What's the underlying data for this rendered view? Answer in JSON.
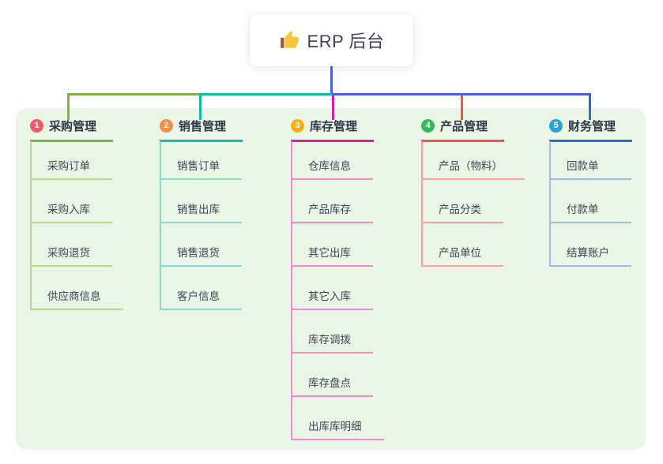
{
  "root": {
    "label": "ERP 后台",
    "icon": "thumbs-up-icon",
    "stem_color": "#4463d4"
  },
  "panel": {
    "bg_color": "#eaf6e5"
  },
  "bus_segments": [
    {
      "from_branch": 0,
      "to_branch": 1,
      "color": "#7db343"
    },
    {
      "from_branch": 1,
      "to_branch": 2,
      "color": "#16b8aa"
    },
    {
      "from_branch": 2,
      "to_branch": 4,
      "color": "#4463d4"
    }
  ],
  "branches": [
    {
      "num": "1",
      "title": "采购管理",
      "badge_color": "#ee5b69",
      "line_color": "#7db343",
      "light_color": "#b5da8e",
      "children": [
        "采购订单",
        "采购入库",
        "采购退货",
        "供应商信息"
      ]
    },
    {
      "num": "2",
      "title": "销售管理",
      "badge_color": "#f78e45",
      "line_color": "#16b8aa",
      "light_color": "#8ad8d0",
      "children": [
        "销售订单",
        "销售出库",
        "销售退货",
        "客户信息"
      ]
    },
    {
      "num": "3",
      "title": "库存管理",
      "badge_color": "#f9ae17",
      "line_color": "#d4219e",
      "light_color": "#f08cc9",
      "children": [
        "仓库信息",
        "产品库存",
        "其它出库",
        "其它入库",
        "库存调拨",
        "库存盘点",
        "出库库明细"
      ]
    },
    {
      "num": "4",
      "title": "产品管理",
      "badge_color": "#36b857",
      "line_color": "#f15353",
      "light_color": "#f8a1a1",
      "children": [
        "产品（物料）",
        "产品分类",
        "产品单位"
      ]
    },
    {
      "num": "5",
      "title": "财务管理",
      "badge_color": "#2d9fd9",
      "line_color": "#3d63d2",
      "light_color": "#a3b8e8",
      "children": [
        "回款单",
        "付款单",
        "结算账户"
      ]
    }
  ]
}
